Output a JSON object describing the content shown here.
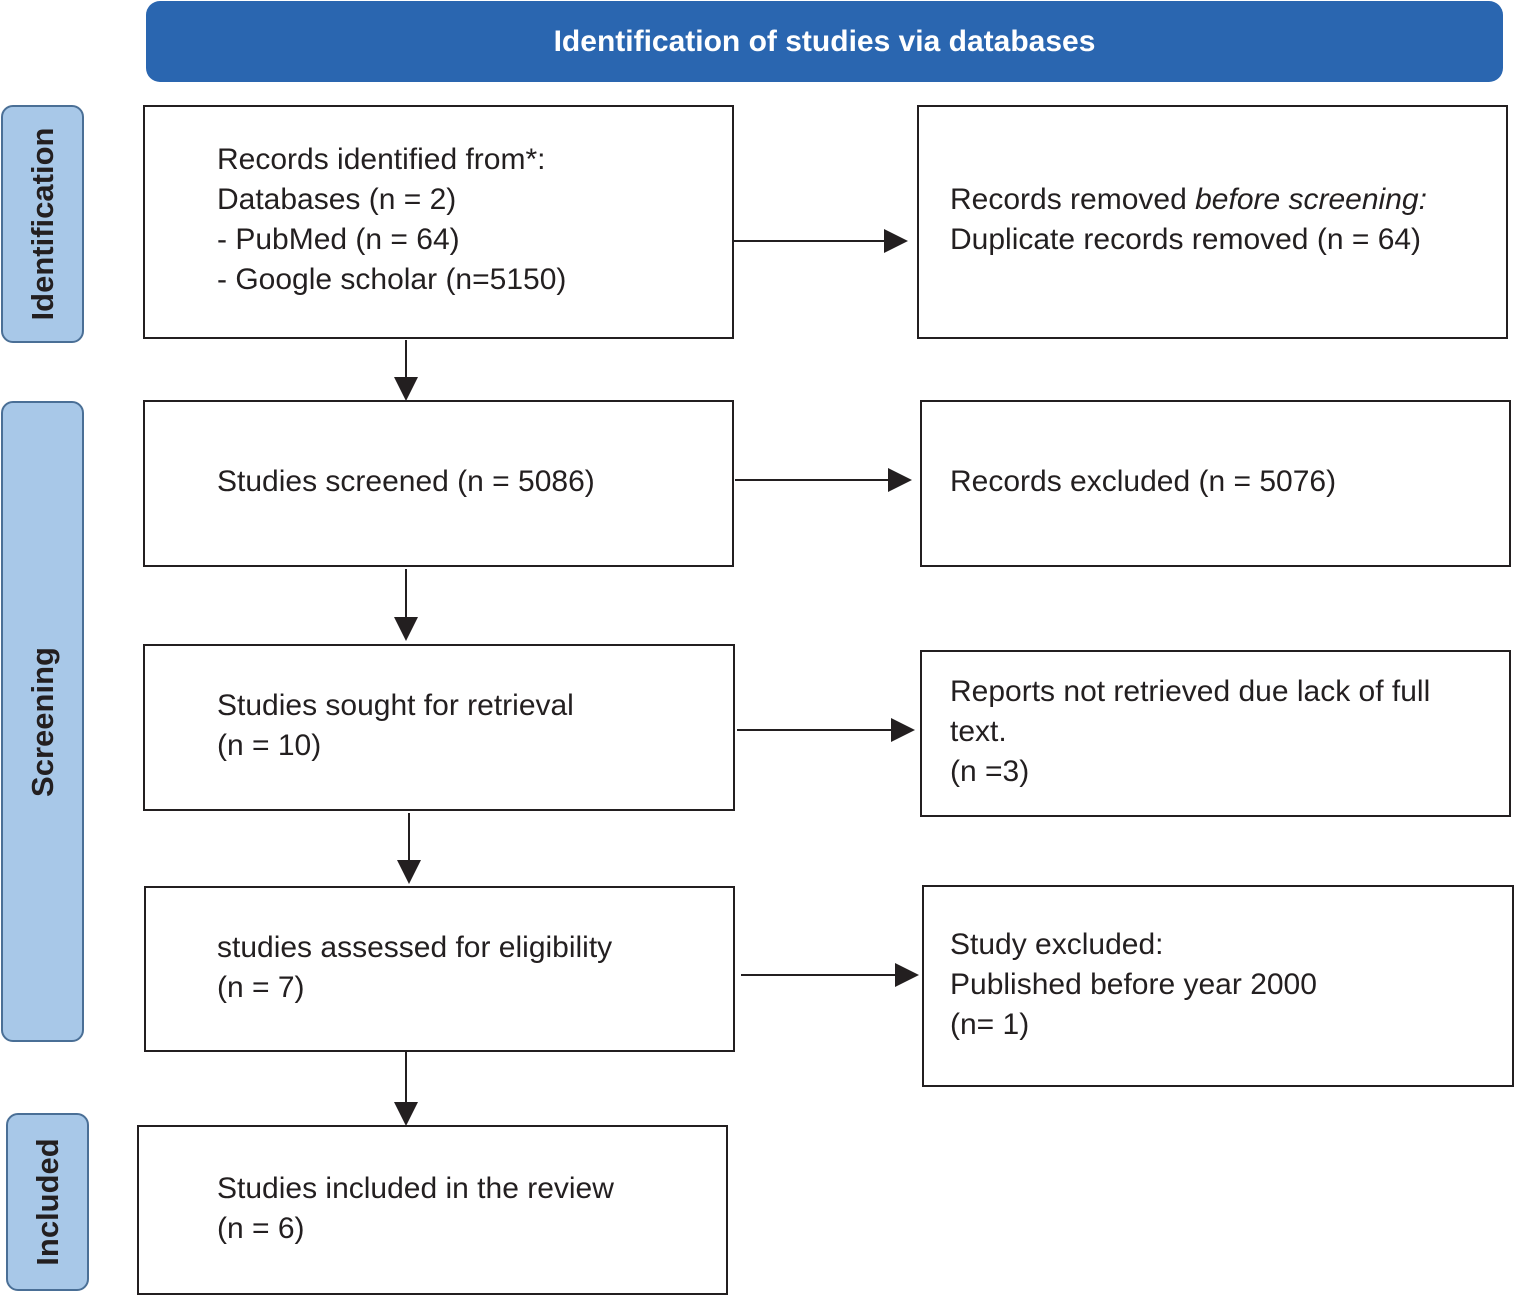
{
  "header": {
    "title": "Identification of studies via databases",
    "color": "#2a66b0"
  },
  "phases": {
    "identification": "Identification",
    "screening": "Screening",
    "included": "Included",
    "color": "#a8c8e8"
  },
  "boxes": {
    "records_identified": {
      "line1": "Records identified from*:",
      "line2": "Databases (n = 2)",
      "line3": "- PubMed (n = 64)",
      "line4": "- Google scholar (n=5150)"
    },
    "records_removed": {
      "prefix": "Records removed ",
      "emphasis": "before screening:",
      "line2": "Duplicate records removed (n = 64)"
    },
    "studies_screened": {
      "line1": "Studies screened (n = 5086)"
    },
    "records_excluded": {
      "line1": "Records excluded (n = 5076)"
    },
    "sought_retrieval": {
      "line1": "Studies sought for retrieval",
      "line2": "(n = 10)"
    },
    "not_retrieved": {
      "line1": "Reports not retrieved due lack of full text.",
      "line2": "(n =3)"
    },
    "assessed_eligibility": {
      "line1": "studies assessed for eligibility",
      "line2": "(n = 7)"
    },
    "study_excluded": {
      "line1": "Study excluded:",
      "line2": "Published before year 2000",
      "line3": "(n= 1)"
    },
    "included_review": {
      "line1": "Studies included in the review",
      "line2": "(n = 6)"
    }
  }
}
